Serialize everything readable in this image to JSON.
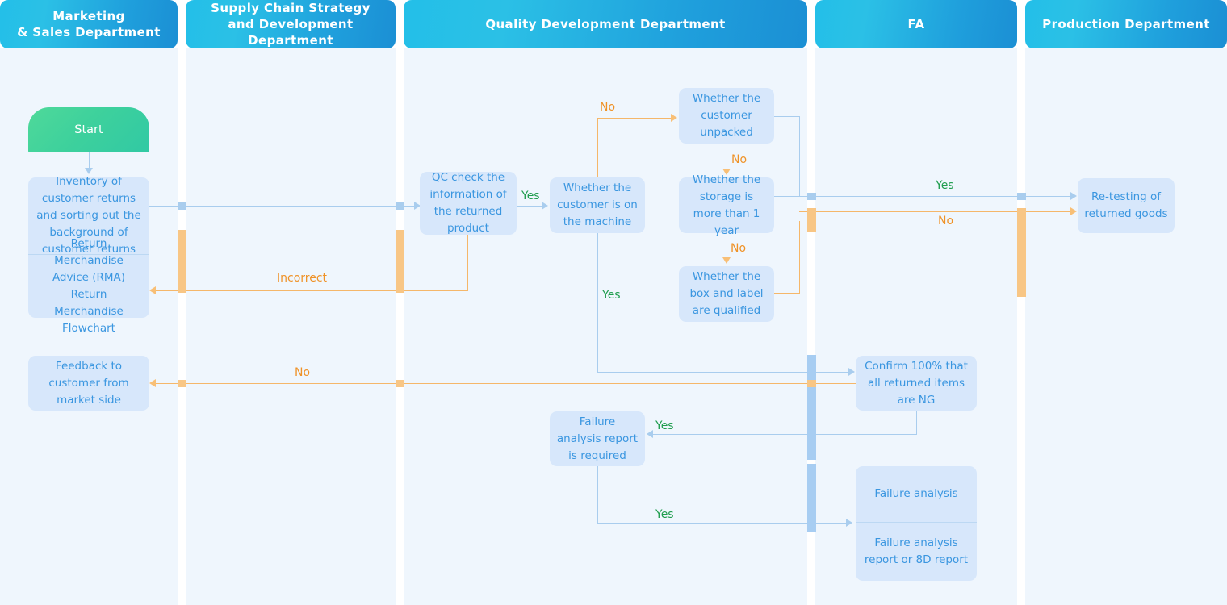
{
  "lanes": [
    {
      "id": "marketing",
      "title": "Marketing\n& Sales Department",
      "title_l1": "Marketing",
      "title_l2": "& Sales Department"
    },
    {
      "id": "supply-chain",
      "title": "Supply Chain Strategy and Development Department",
      "title_l1": "Supply Chain Strategy",
      "title_l2": "and Development Department"
    },
    {
      "id": "quality",
      "title": "Quality Development Department",
      "title_l1": "Quality Development Department",
      "title_l2": ""
    },
    {
      "id": "fa",
      "title": "FA",
      "title_l1": "FA",
      "title_l2": ""
    },
    {
      "id": "production",
      "title": "Production Department",
      "title_l1": "Production Department",
      "title_l2": ""
    }
  ],
  "nodes": {
    "start": {
      "label": "Start"
    },
    "inventory": {
      "label": "Inventory of customer returns and sorting out the background of customer returns"
    },
    "rma": {
      "label": "Return Merchandise Advice (RMA) Return Merchandise Flowchart"
    },
    "feedback": {
      "label": "Feedback to customer from market side"
    },
    "qc_check": {
      "label": "QC check the information of the returned product"
    },
    "on_machine": {
      "label": "Whether the customer is on the machine"
    },
    "unpacked": {
      "label": "Whether the customer unpacked"
    },
    "storage": {
      "label": "Whether the storage is more than 1 year"
    },
    "box_label": {
      "label": "Whether the box and label are qualified"
    },
    "fa_required": {
      "label": "Failure analysis report is required"
    },
    "confirm_ng": {
      "label": "Confirm 100% that all returned items are NG"
    },
    "failure_top": {
      "label": "Failure analysis"
    },
    "failure_bottom": {
      "label": "Failure analysis report or 8D report"
    },
    "retesting": {
      "label": "Re-testing of returned goods"
    }
  },
  "edge_labels": {
    "qc_yes": "Yes",
    "unpacked_no": "No",
    "storage_no": "No",
    "boxlabel_no": "No",
    "machine_no": "No",
    "machine_yes": "Yes",
    "incorrect": "Incorrect",
    "feedback_no": "No",
    "retest_yes": "Yes",
    "retest_no": "No",
    "fa_yes": "Yes",
    "fa_report_yes": "Yes"
  },
  "colors": {
    "lane_header_from": "#23bfe8",
    "lane_header_to": "#1b8fd4",
    "lane_body": "#eff6fd",
    "node_fill": "#d7e7fb",
    "node_text": "#3a96e0",
    "start_from": "#4fd99a",
    "start_to": "#31c9a4",
    "flow_blue": "#a9cdee",
    "flow_orange": "#f5b76a",
    "yes_text": "#1f9d4e",
    "no_text": "#ef9227"
  }
}
